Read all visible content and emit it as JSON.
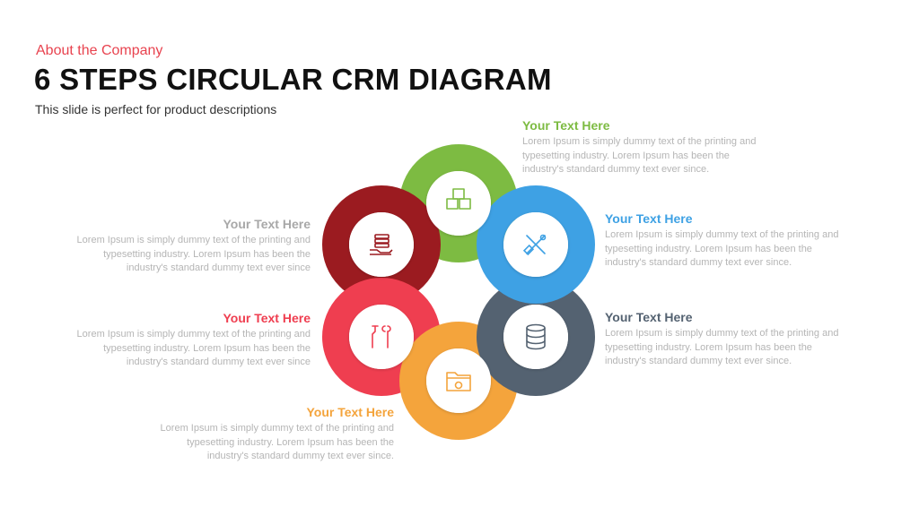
{
  "header": {
    "eyebrow": "About the Company",
    "title": "6 STEPS CIRCULAR CRM DIAGRAM",
    "subtitle": "This slide is perfect for product descriptions"
  },
  "steps": [
    {
      "heading": "Your Text Here",
      "text": "Lorem Ipsum is simply dummy text of the printing and typesetting industry. Lorem Ipsum has been the industry's standard dummy text ever since.",
      "color": "#7dbb42",
      "icon": "blocks-icon"
    },
    {
      "heading": "Your Text Here",
      "text": "Lorem Ipsum is simply dummy text of the printing and typesetting industry. Lorem Ipsum has been the industry's standard dummy text ever since.",
      "color": "#3ea1e4",
      "icon": "design-tools-icon"
    },
    {
      "heading": "Your Text Here",
      "text": "Lorem Ipsum is simply dummy text of the printing and typesetting industry. Lorem Ipsum has been the industry's standard dummy text ever since.",
      "color": "#546271",
      "icon": "database-icon"
    },
    {
      "heading": "Your Text Here",
      "text": "Lorem Ipsum is simply dummy text of the printing and typesetting industry. Lorem Ipsum has been the industry's standard dummy text ever since.",
      "color": "#f4a43c",
      "icon": "folder-gear-icon"
    },
    {
      "heading": "Your Text Here",
      "text": "Lorem Ipsum is simply dummy text of the printing and typesetting industry. Lorem Ipsum has been the industry's standard dummy text ever since",
      "color": "#ef3e50",
      "icon": "tools-icon"
    },
    {
      "heading": "Your Text Here",
      "text": "Lorem Ipsum is simply dummy text of the printing and typesetting industry. Lorem Ipsum has been the industry's standard dummy text ever since",
      "color": "#9b1b20",
      "icon": "hand-coins-icon"
    }
  ]
}
